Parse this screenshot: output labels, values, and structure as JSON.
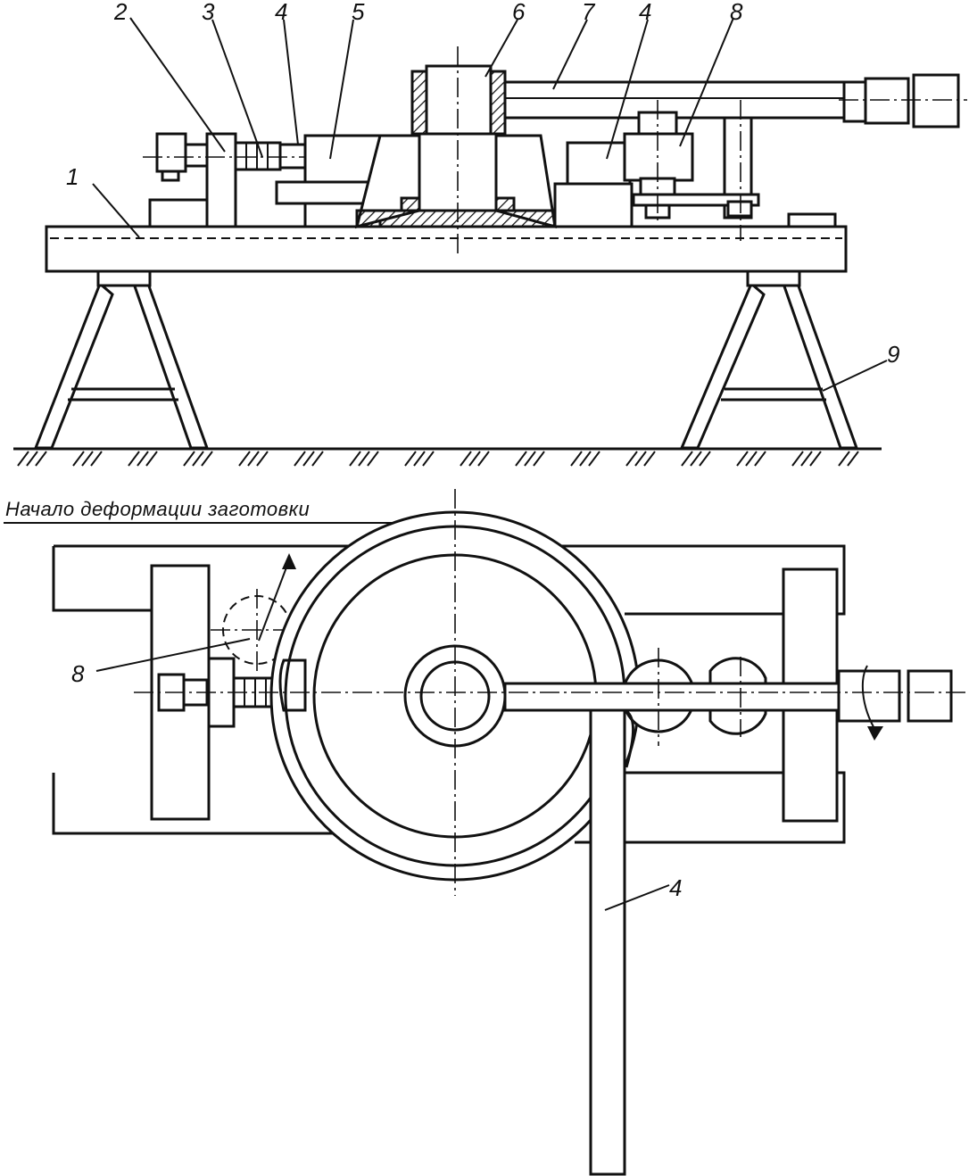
{
  "labels": {
    "n1": "1",
    "n2": "2",
    "n3": "3",
    "n4a": "4",
    "n5": "5",
    "n6": "6",
    "n7": "7",
    "n4b": "4",
    "n8a": "8",
    "n9": "9",
    "n8b": "8",
    "n4c": "4"
  },
  "caption": "Начало деформации заготовки",
  "colors": {
    "ink": "#111111",
    "paper": "#ffffff"
  }
}
